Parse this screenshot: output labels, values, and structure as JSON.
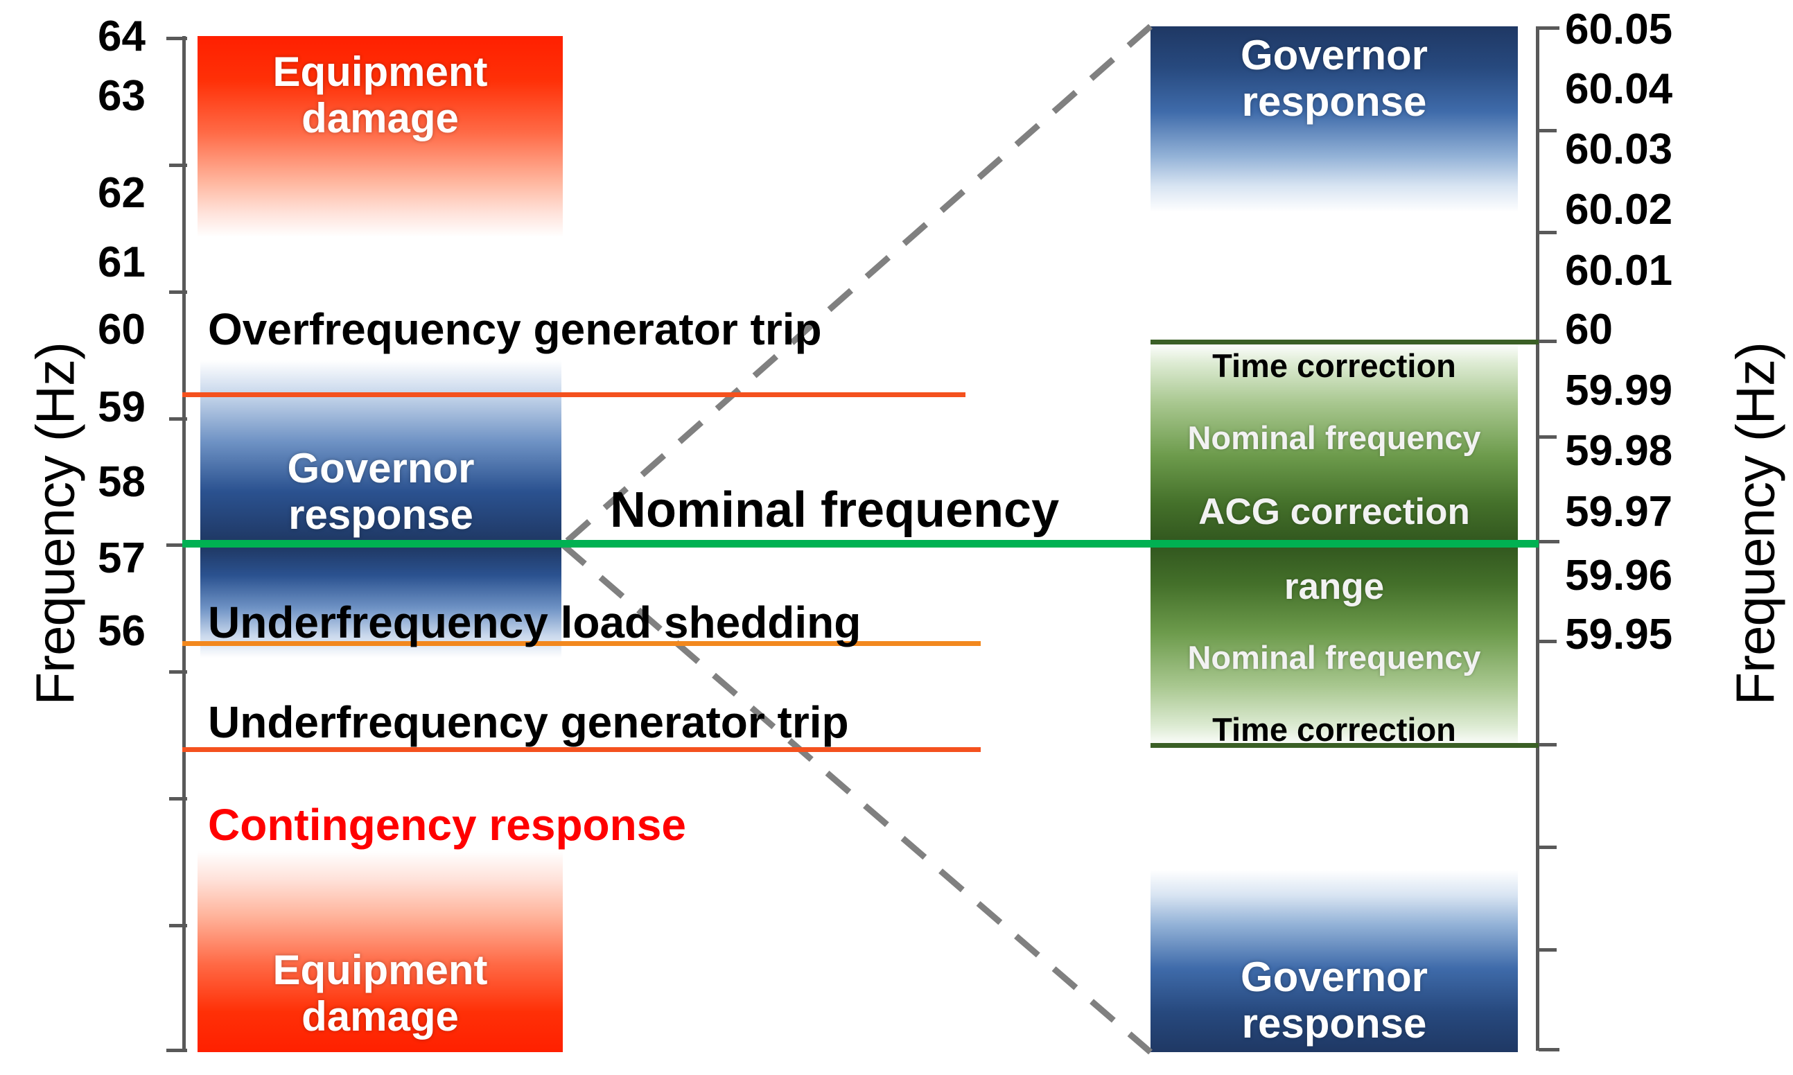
{
  "chart_data": {
    "type": "table",
    "title": "Power system frequency bands (60 Hz nominal)",
    "left_panel": {
      "axis_label": "Frequency (Hz)",
      "ylim": [
        56,
        64
      ],
      "tick_labels": [
        "64",
        "63",
        "62",
        "61",
        "60",
        "59",
        "58",
        "57",
        "56"
      ],
      "tick_values": [
        64,
        63,
        62,
        61,
        60,
        59,
        58,
        57,
        56
      ],
      "bands": [
        {
          "name": "Equipment damage (over)",
          "label": "Equipment\ndamage",
          "color": "#FF2000",
          "range": [
            62.5,
            64
          ]
        },
        {
          "name": "Governor response (over)",
          "label": "Governor\nresponse",
          "color": "#1F3864",
          "range": [
            60,
            61.5
          ]
        },
        {
          "name": "Governor response (under)",
          "label": "",
          "color": "#1F3864",
          "range": [
            59.1,
            60
          ]
        },
        {
          "name": "Equipment damage (under)",
          "label": "Equipment\ndamage",
          "color": "#FF2000",
          "range": [
            56,
            57.5
          ]
        }
      ],
      "threshold_lines": [
        {
          "name": "Overfrequency generator trip",
          "value": 61.5,
          "color": "#F4511E"
        },
        {
          "name": "Nominal frequency",
          "value": 60,
          "color": "#00B152"
        },
        {
          "name": "Underfrequency load shedding",
          "value": 59.1,
          "color": "#F2881E"
        },
        {
          "name": "Underfrequency generator trip",
          "value": 58.4,
          "color": "#F4511E"
        }
      ]
    },
    "right_panel": {
      "axis_label": "Frequency (Hz)",
      "ylim": [
        59.95,
        60.05
      ],
      "tick_labels": [
        "60.05",
        "60.04",
        "60.03",
        "60.02",
        "60.01",
        "60",
        "59.99",
        "59.98",
        "59.97",
        "59.96",
        "59.95"
      ],
      "tick_values": [
        60.05,
        60.04,
        60.03,
        60.02,
        60.01,
        60,
        59.99,
        59.98,
        59.97,
        59.96,
        59.95
      ],
      "bands": [
        {
          "name": "Governor response (over)",
          "label": "Governor\nresponse",
          "color": "#1F3864",
          "range": [
            60.034,
            60.05
          ]
        },
        {
          "name": "Time correction / ACG correction range",
          "color": "#31561E",
          "range": [
            59.98,
            60.02
          ]
        },
        {
          "name": "Governor response (under)",
          "label": "Governor\nresponse",
          "color": "#1F3864",
          "range": [
            59.95,
            59.966
          ]
        }
      ],
      "threshold_lines": [
        {
          "name": "Time correction upper",
          "value": 60.02,
          "color": "#3A5F25"
        },
        {
          "name": "Nominal frequency",
          "value": 60,
          "color": "#00B152"
        },
        {
          "name": "Time correction lower",
          "value": 59.98,
          "color": "#3A5F25"
        }
      ]
    }
  },
  "left_axis": {
    "title": "Frequency (Hz)",
    "ticks": [
      "64",
      "63",
      "62",
      "61",
      "60",
      "59",
      "58",
      "57",
      "56"
    ]
  },
  "right_axis": {
    "title": "Frequency (Hz)",
    "ticks": [
      "60.05",
      "60.04",
      "60.03",
      "60.02",
      "60.01",
      "60",
      "59.99",
      "59.98",
      "59.97",
      "59.96",
      "59.95"
    ]
  },
  "left_panel": {
    "equipment_damage_top": {
      "line1": "Equipment",
      "line2": "damage"
    },
    "equipment_damage_bottom": {
      "line1": "Equipment",
      "line2": "damage"
    },
    "governor_response": {
      "line1": "Governor",
      "line2": "response"
    },
    "overfrequency_generator_trip": "Overfrequency generator trip",
    "nominal_frequency": "Nominal frequency",
    "underfrequency_load_shedding": "Underfrequency load shedding",
    "underfrequency_generator_trip": "Underfrequency generator trip",
    "contingency_response": "Contingency response"
  },
  "right_panel": {
    "governor_response_top": {
      "line1": "Governor",
      "line2": "response"
    },
    "governor_response_bottom": {
      "line1": "Governor",
      "line2": "response"
    },
    "rows": [
      "Time correction",
      "Nominal frequency",
      "ACG correction",
      "range",
      "Nominal frequency",
      "Time correction"
    ]
  },
  "colors": {
    "equipment_damage": "#FF2000",
    "governor_response": "#1F3864",
    "nominal_line": "#00B152",
    "generator_trip_line": "#F4511E",
    "load_shedding_line": "#F2881E",
    "time_correction_band": "#31561E",
    "time_correction_line": "#3A5F25",
    "contingency_text": "#FF0000",
    "axis": "#595959",
    "connector": "#808080"
  }
}
